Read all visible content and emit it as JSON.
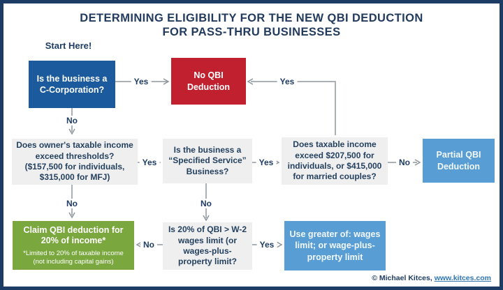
{
  "title": {
    "line1": "DETERMINING ELIGIBILITY FOR THE NEW QBI DEDUCTION",
    "line2": "FOR PASS-THRU BUSINESSES"
  },
  "start_label": "Start Here!",
  "nodes": {
    "c_corp": "Is the business a C-Corporation?",
    "no_qbi": "No QBI Deduction",
    "thresholds": "Does owner's taxable income exceed thresholds? ($157,500 for individuals, $315,000 for MFJ)",
    "specified_service": "Is the business a “Specified Service” Business?",
    "upper_threshold": "Does taxable income exceed $207,500 for individuals, or $415,000 for married couples?",
    "partial_qbi": "Partial QBI Deduction",
    "claim_qbi": "Claim QBI deduction for 20% of income*",
    "claim_qbi_footnote": "*Limited to 20% of taxable income (not including capital gains)",
    "wages_limit": "Is 20% of QBI > W-2 wages limit (or wages-plus-property limit?",
    "use_greater": "Use greater of: wages limit; or wage-plus-property limit"
  },
  "labels": {
    "yes": "Yes",
    "no": "No"
  },
  "footer": {
    "copyright": "© Michael Kitces,",
    "link": "www.kitces.com"
  },
  "colors": {
    "navy": "#1e3c64",
    "box_blue": "#1a5a9d",
    "box_red": "#c1202f",
    "box_gray": "#efeff0",
    "box_light_blue": "#589dd3",
    "box_green": "#7aa73e",
    "connector_gray": "#8e959c",
    "link_blue": "#2e75b6"
  }
}
